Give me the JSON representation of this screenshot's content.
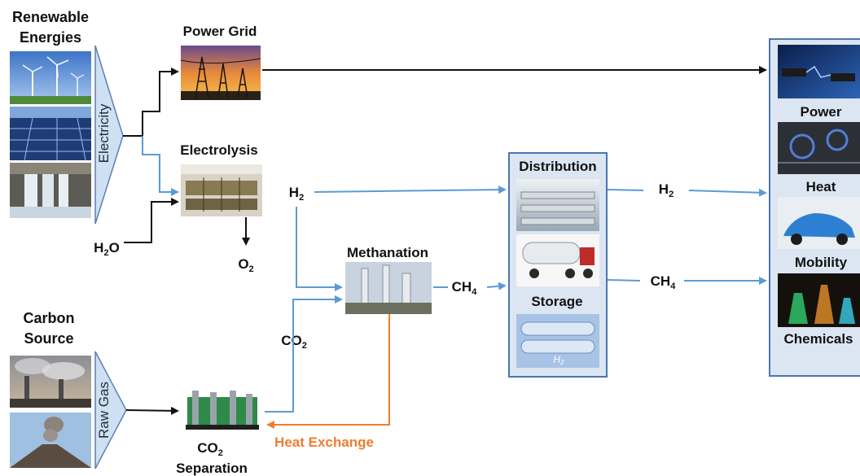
{
  "sources": {
    "renewable_line1": "Renewable",
    "renewable_line2": "Energies",
    "carbon_line1": "Carbon",
    "carbon_line2": "Source"
  },
  "funnels": {
    "electricity": "Electricity",
    "raw_gas": "Raw Gas"
  },
  "nodes": {
    "power_grid": "Power Grid",
    "electrolysis": "Electrolysis",
    "methanation": "Methanation",
    "co2_separation_prefix": "CO",
    "co2_separation_sub": "2",
    "co2_separation_line2": "Separation",
    "distribution": "Distribution",
    "storage": "Storage"
  },
  "flows": {
    "h2o_main": "H",
    "h2o_sub": "2",
    "h2o_tail": "O",
    "o2_main": "O",
    "o2_sub": "2",
    "h2_main": "H",
    "h2_sub": "2",
    "co2_main": "CO",
    "co2_sub": "2",
    "ch4_main": "CH",
    "ch4_sub": "4",
    "heat_exchange": "Heat Exchange"
  },
  "uses": {
    "power": "Power",
    "heat": "Heat",
    "mobility": "Mobility",
    "chemicals": "Chemicals"
  },
  "colors": {
    "arrow_black": "#111111",
    "arrow_blue": "#5b9bd5",
    "arrow_orange": "#ee7d31",
    "panel_fill": "#dce6f2",
    "panel_stroke": "#4a76b0",
    "funnel_fill": "#cfe0f3",
    "funnel_stroke": "#5b7fb3"
  }
}
